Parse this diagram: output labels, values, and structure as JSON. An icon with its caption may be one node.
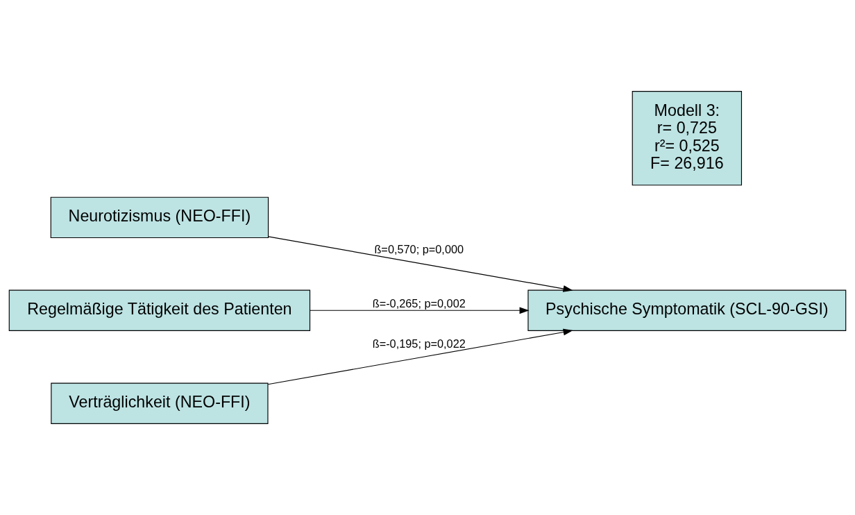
{
  "diagram": {
    "nodes": [
      {
        "text": [
          "Neurotizismus (NEO-FFI)"
        ]
      },
      {
        "text": [
          "Regelmäßige Tätigkeit des Patienten"
        ]
      },
      {
        "text": [
          "Verträglichkeit (NEO-FFI)"
        ]
      },
      {
        "text": [
          "Psychische Symptomatik (SCL-90-GSI)"
        ]
      },
      {
        "text": [
          "Modell 3:",
          "r= 0,725",
          "r²= 0,525",
          "F= 26,916"
        ]
      }
    ],
    "edges": [
      {
        "from": 0,
        "to": 3,
        "arrow": "to",
        "label": "ß=0,570; p=0,000"
      },
      {
        "from": 1,
        "to": 3,
        "arrow": "to",
        "label": "ß=-0,265; p=0,002"
      },
      {
        "from": 2,
        "to": 3,
        "arrow": "to",
        "label": "ß=-0,195; p=0,022"
      }
    ]
  }
}
